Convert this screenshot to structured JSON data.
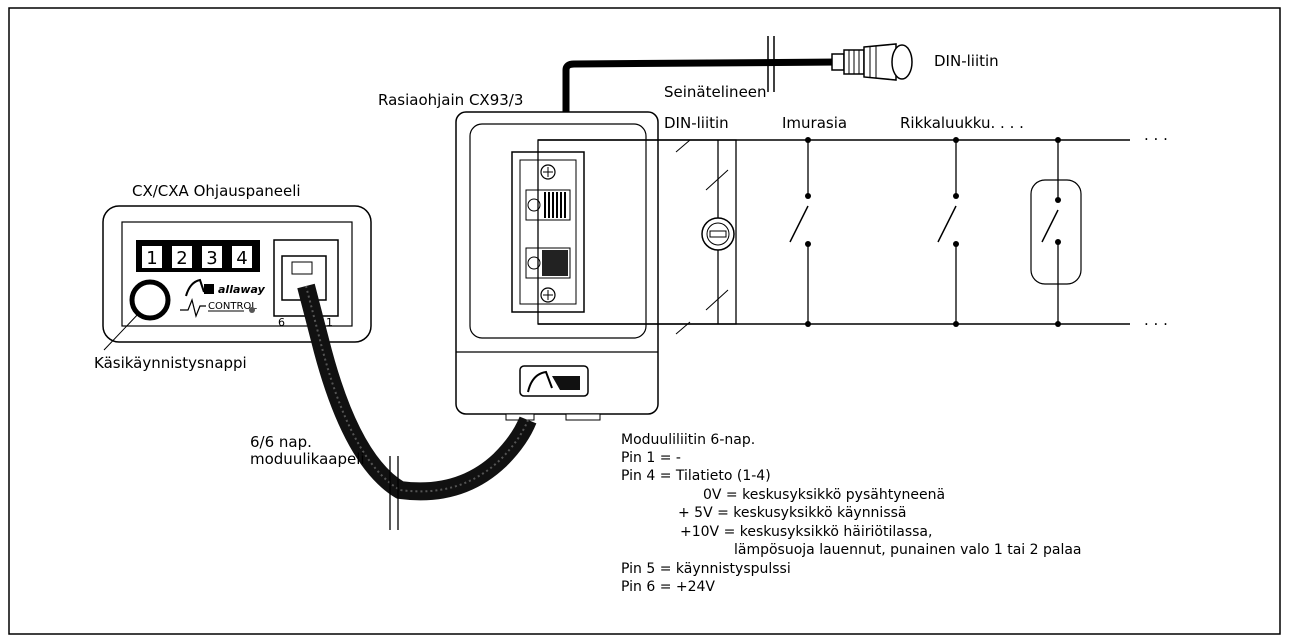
{
  "labels": {
    "din_connector_top": "DIN-liitin",
    "box_controller": "Rasiaohjain CX93/3",
    "wall_bracket": "Seinätelineen",
    "din_connector_wall": "DIN-liitin",
    "vacuum_socket": "Imurasia",
    "dustpan": "Rikkaluukku. . . .",
    "continue_top": ". . .",
    "continue_bottom": ". . .",
    "panel_title": "CX/CXA Ohjauspaneeli",
    "manual_start_button": "Käsikäynnistysnappi",
    "cable_line1": "6/6 nap.",
    "cable_line2": "moduulikaapeli"
  },
  "panel": {
    "keys": [
      "1",
      "2",
      "3",
      "4"
    ],
    "brand": "allaway",
    "brand_sub": "CONTROL",
    "jack_left": "6",
    "jack_right": "1"
  },
  "notes": [
    "Moduuliliitin 6-nap.",
    "Pin 1 = -",
    "Pin 4 = Tilatieto (1-4)",
    "0V = keskusyksikkö pysähtyneenä",
    "+  5V = keskusyksikkö käynnissä",
    "+10V = keskusyksikkö häiriötilassa,",
    "lämpösuoja lauennut, punainen valo 1 tai 2 palaa",
    "Pin 5 = käynnistyspulssi",
    "Pin 6 = +24V"
  ]
}
